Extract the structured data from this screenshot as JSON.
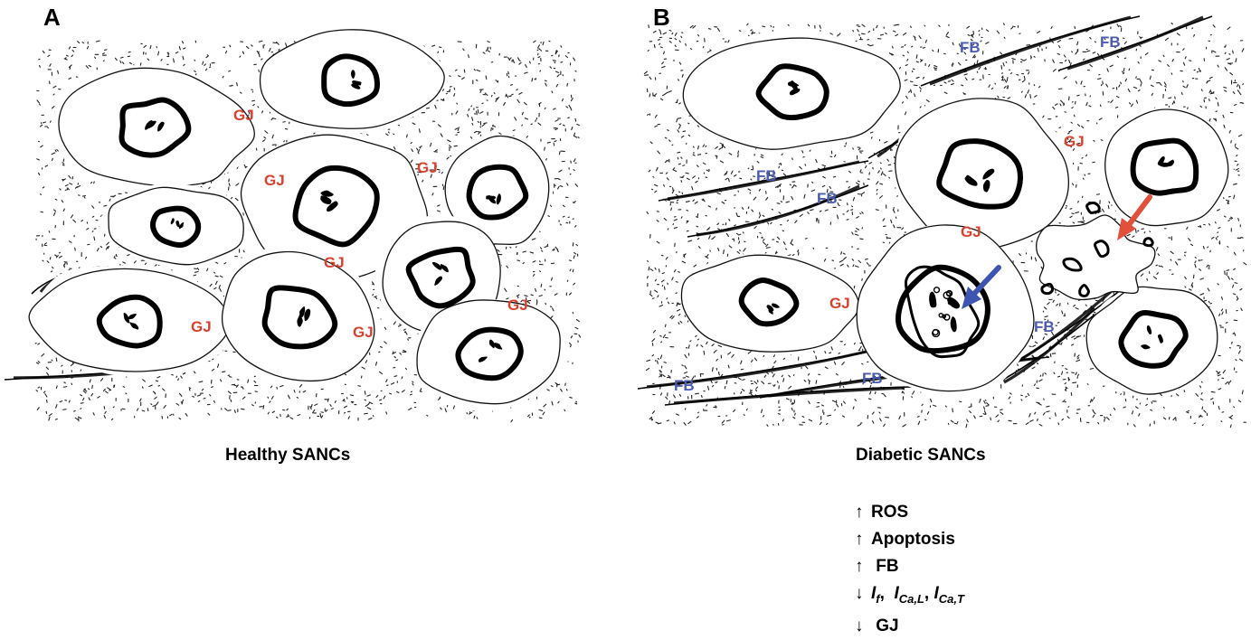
{
  "panels": {
    "a": {
      "letter": "A",
      "caption": "Healthy SANCs"
    },
    "b": {
      "letter": "B",
      "caption": "Diabetic SANCs"
    }
  },
  "labels": {
    "gj": "GJ",
    "fb": "FB"
  },
  "effects": {
    "ros": {
      "arrow": "↑",
      "text": "ROS"
    },
    "apoptosis": {
      "arrow": "↑",
      "text": "Apoptosis"
    },
    "fb": {
      "arrow": "↑",
      "text": " FB"
    },
    "currents": {
      "arrow": "↓",
      "i1": "I",
      "s1": "f",
      "sep1": ",  ",
      "i2": "I",
      "s2": "Ca,L",
      "sep2": ", ",
      "i3": "I",
      "s3": "Ca,T"
    },
    "gj": {
      "arrow": "↓",
      "text": " GJ"
    }
  },
  "colors": {
    "gj_label": "#d9412f",
    "fb_label": "#4a5bb0",
    "blue_arrow": "#3d55b0",
    "red_arrow": "#e0503a",
    "ink": "#000000"
  }
}
